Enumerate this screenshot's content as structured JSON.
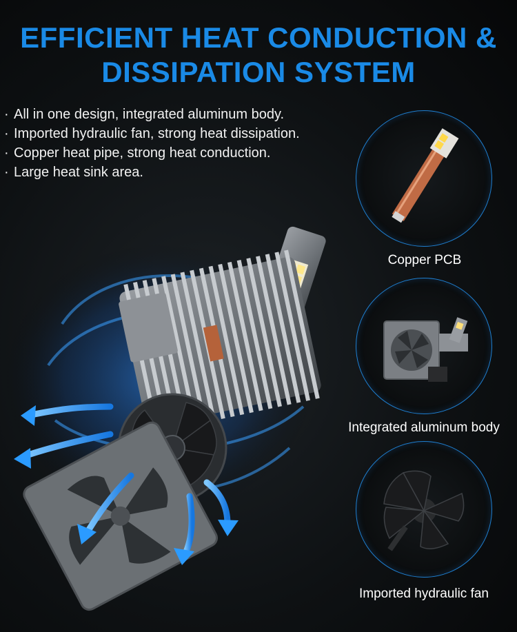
{
  "title": {
    "line1": "EFFICIENT HEAT CONDUCTION &",
    "line2": "DISSIPATION SYSTEM"
  },
  "features": [
    "All in one design, integrated aluminum body.",
    "Imported hydraulic fan, strong heat dissipation.",
    "Copper heat pipe, strong heat conduction.",
    "Large heat sink area."
  ],
  "bullet": "·",
  "callouts": {
    "copper_pcb": "Copper PCB",
    "aluminum_body": "Integrated aluminum body",
    "hydraulic_fan": "Imported hydraulic fan"
  },
  "colors": {
    "title": "#1a8ae6",
    "ring": "#1f7fd0",
    "airflow": "#2b9bff"
  }
}
